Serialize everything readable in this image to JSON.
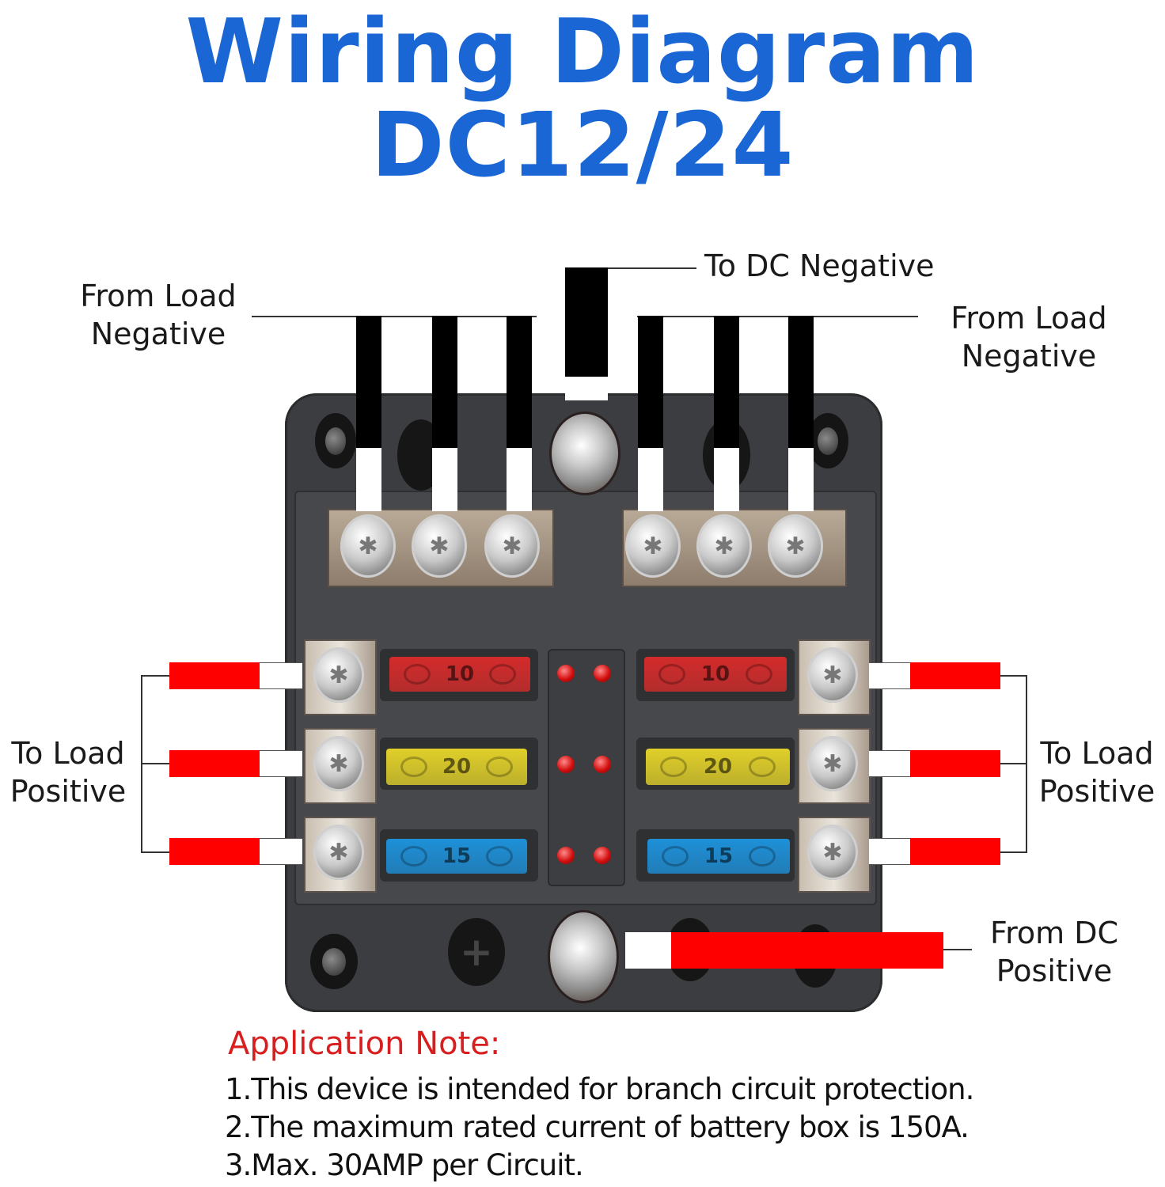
{
  "title": {
    "line1": "Wiring Diagram",
    "line2": "DC12/24",
    "color": "#1a66d4"
  },
  "labels": {
    "to_dc_negative": "To DC Negative",
    "from_load_negative_left": {
      "line1": "From Load",
      "line2": "Negative"
    },
    "from_load_negative_right": {
      "line1": "From Load",
      "line2": "Negative"
    },
    "to_load_positive_left": {
      "line1": "To Load",
      "line2": "Positive"
    },
    "to_load_positive_right": {
      "line1": "To Load",
      "line2": "Positive"
    },
    "from_dc_positive": {
      "line1": "From DC",
      "line2": "Positive"
    }
  },
  "fuse_block": {
    "negative_bus_screws": 6,
    "fuses_left": [
      {
        "rating": "10",
        "color": "#d42b2b"
      },
      {
        "rating": "20",
        "color": "#e0cf2a"
      },
      {
        "rating": "15",
        "color": "#1e90d8"
      }
    ],
    "fuses_right": [
      {
        "rating": "10",
        "color": "#d42b2b"
      },
      {
        "rating": "20",
        "color": "#e0cf2a"
      },
      {
        "rating": "15",
        "color": "#1e90d8"
      }
    ],
    "indicator_leds": 6,
    "positive_stud_symbol": "+"
  },
  "wire_colors": {
    "negative": "#000000",
    "positive": "#ff0000"
  },
  "application_note": {
    "heading": "Application Note:",
    "heading_color": "#d81e1e",
    "items": [
      "1.This device is intended for branch circuit protection.",
      "2.The maximum rated current of battery box is 150A.",
      "3.Max. 30AMP per Circuit."
    ]
  }
}
